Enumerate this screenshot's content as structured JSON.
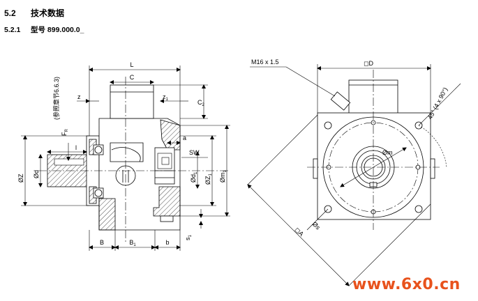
{
  "section": {
    "number": "5.2",
    "title": "技术数据"
  },
  "subsection": {
    "number": "5.2.1",
    "title": "型号 899.000.0_"
  },
  "left_drawing": {
    "dims": {
      "L": "L",
      "C": "C",
      "z": "z",
      "z1": "z",
      "z1_sub": "1",
      "C2": "C",
      "C2_sub": "2",
      "a": "a",
      "SW": "SW",
      "l": "l",
      "Z": "ØZ",
      "d": "Ød",
      "d1": "Ød",
      "d1_sub": "1",
      "Z1": "ØZ",
      "Z1_sub": "1",
      "m1": "Øm",
      "m1_sub": "1",
      "s1": "s",
      "s1_sub": "1",
      "B": "B",
      "B1": "B",
      "B1_sub": "1",
      "b": "b"
    },
    "force_label": "F",
    "force_sub": "R",
    "force_note": "(参照章节6.6.3)"
  },
  "right_drawing": {
    "thread": "M16 x 1.5",
    "square": "◻D",
    "diameter_m": "Øm",
    "angle": "45° (4 x 90°)",
    "diagonal": "◻A",
    "diameter_s": "Øs"
  },
  "watermark": "www.6x0.cn",
  "colors": {
    "watermark": "#e8521c",
    "line": "#000000"
  }
}
